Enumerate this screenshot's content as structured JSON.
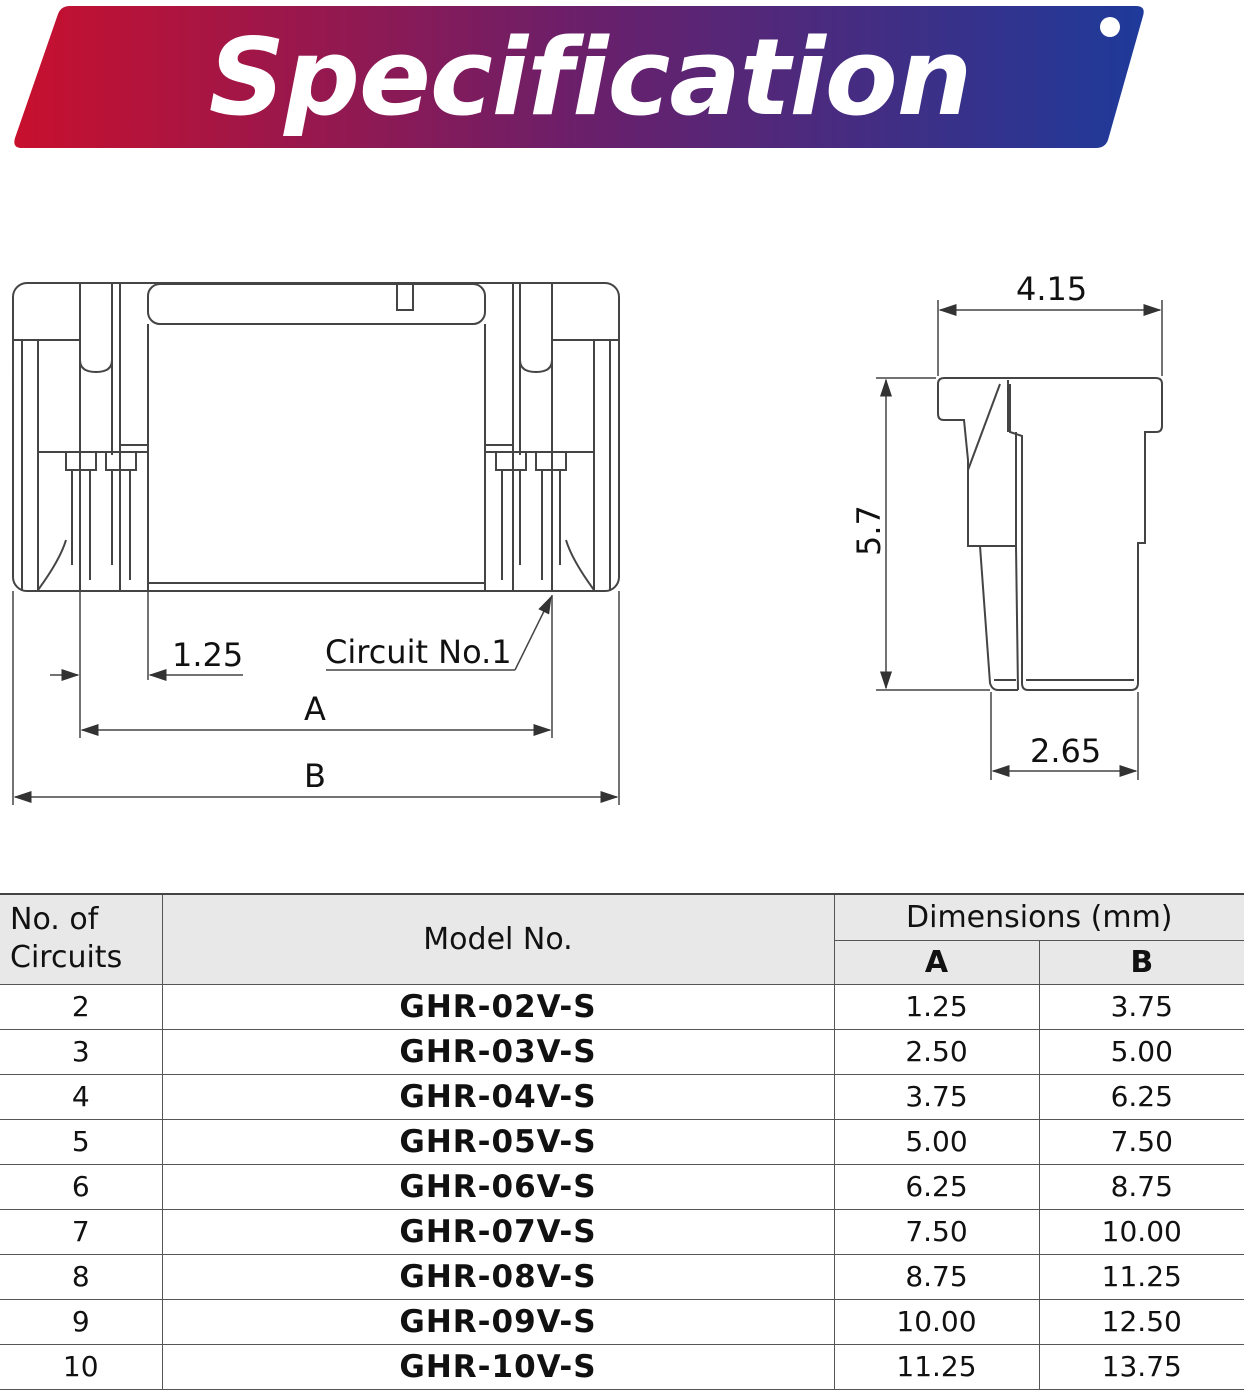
{
  "banner": {
    "title": "Specification",
    "gradient_start": "#c8102e",
    "gradient_mid": "#6b1f6a",
    "gradient_end": "#1e3a9a"
  },
  "drawing": {
    "front_view": {
      "pitch_label": "1.25",
      "circuit_label": "Circuit No.1",
      "dim_a_label": "A",
      "dim_b_label": "B"
    },
    "side_view": {
      "width_label": "4.15",
      "height_label": "5.7",
      "bottom_label": "2.65"
    }
  },
  "table": {
    "header_circuits": "No. of Circuits",
    "header_model": "Model No.",
    "header_dimensions": "Dimensions (mm)",
    "header_a": "A",
    "header_b": "B",
    "rows": [
      {
        "circuits": "2",
        "model": "GHR-02V-S",
        "a": "1.25",
        "b": "3.75"
      },
      {
        "circuits": "3",
        "model": "GHR-03V-S",
        "a": "2.50",
        "b": "5.00"
      },
      {
        "circuits": "4",
        "model": "GHR-04V-S",
        "a": "3.75",
        "b": "6.25"
      },
      {
        "circuits": "5",
        "model": "GHR-05V-S",
        "a": "5.00",
        "b": "7.50"
      },
      {
        "circuits": "6",
        "model": "GHR-06V-S",
        "a": "6.25",
        "b": "8.75"
      },
      {
        "circuits": "7",
        "model": "GHR-07V-S",
        "a": "7.50",
        "b": "10.00"
      },
      {
        "circuits": "8",
        "model": "GHR-08V-S",
        "a": "8.75",
        "b": "11.25"
      },
      {
        "circuits": "9",
        "model": "GHR-09V-S",
        "a": "10.00",
        "b": "12.50"
      },
      {
        "circuits": "10",
        "model": "GHR-10V-S",
        "a": "11.25",
        "b": "13.75"
      }
    ]
  }
}
